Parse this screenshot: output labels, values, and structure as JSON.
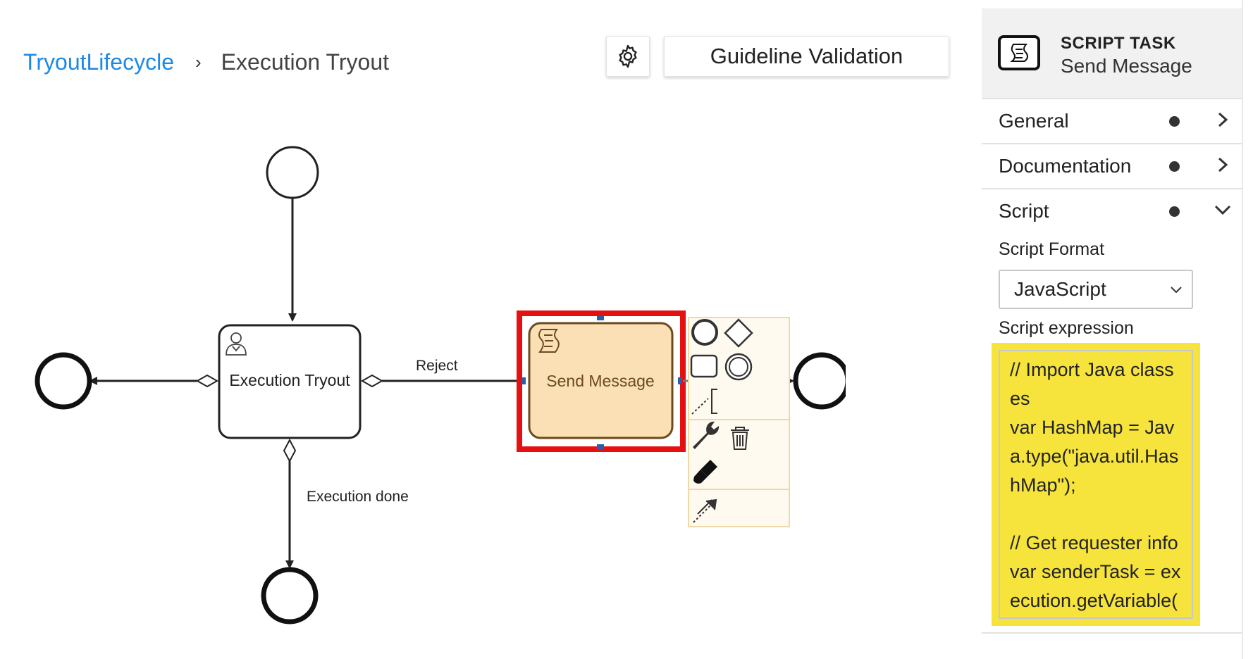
{
  "breadcrumb": {
    "parent": "TryoutLifecycle",
    "separator": "›",
    "current": "Execution Tryout"
  },
  "toolbar": {
    "settings_icon": "gear-icon",
    "guideline_label": "Guideline Validation"
  },
  "diagram": {
    "tasks": [
      {
        "id": "execution-tryout",
        "label": "Execution Tryout",
        "type": "user-task",
        "icon": "user-icon"
      },
      {
        "id": "send-message",
        "label": "Send Message",
        "type": "script-task",
        "icon": "script-icon",
        "selected": true
      }
    ],
    "flows": {
      "reject_label": "Reject",
      "done_label": "Execution done"
    },
    "context_pad": {
      "items": [
        "start-event-icon",
        "gateway-icon",
        "task-icon",
        "intermediate-event-icon",
        "text-annotation-icon",
        "wrench-icon",
        "trash-icon",
        "paint-brush-icon",
        "connect-arrow-icon"
      ]
    },
    "colors": {
      "selection": "#e51010",
      "task_fill": "#fce0b5",
      "task_stroke": "#6b4a1f",
      "task_text": "#6b4a1f",
      "pad_bg": "#fffaef",
      "pad_border": "#f0d9a8"
    }
  },
  "panel": {
    "header": {
      "type": "SCRIPT TASK",
      "name": "Send Message",
      "icon": "script-icon"
    },
    "groups": [
      {
        "label": "General",
        "expanded": false
      },
      {
        "label": "Documentation",
        "expanded": false
      },
      {
        "label": "Script",
        "expanded": true
      }
    ],
    "script_format_label": "Script Format",
    "script_format_value": "JavaScript",
    "script_expression_label": "Script expression",
    "script_expression_value": "// Import Java classes\nvar HashMap = Java.type(\"java.util.HashMap\");\n\n// Get requester info\nvar senderTask = execution.getVariable(",
    "highlight_color": "#f6e43c"
  }
}
